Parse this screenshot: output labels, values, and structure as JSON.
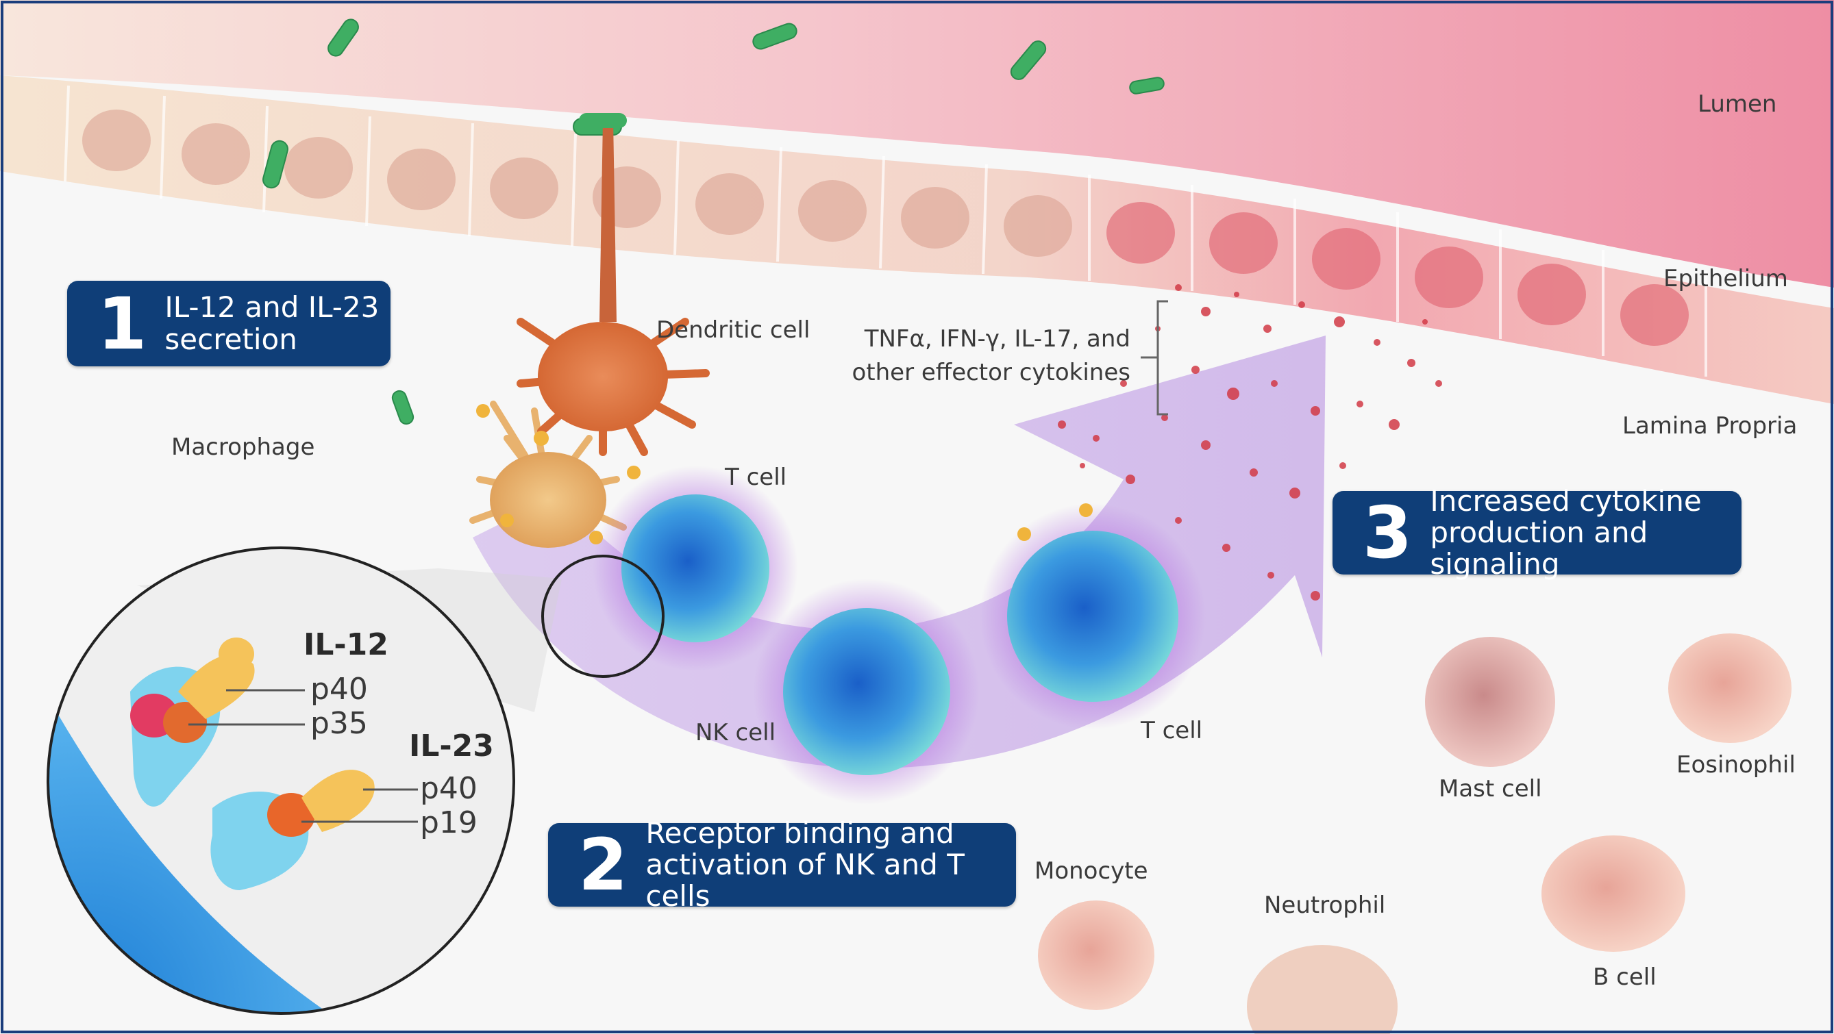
{
  "labels": {
    "lumen": "Lumen",
    "epithelium": "Epithelium",
    "lamina_propria": "Lamina Propria",
    "dendritic_cell": "Dendritic cell",
    "macrophage": "Macrophage",
    "t_cell_top": "T cell",
    "t_cell_right": "T cell",
    "nk_cell": "NK cell",
    "cytokines_line1": "TNFα, IFN-γ, IL-17, and",
    "cytokines_line2": "other effector cytokines",
    "mast_cell": "Mast cell",
    "eosinophil": "Eosinophil",
    "monocyte": "Monocyte",
    "neutrophil": "Neutrophil",
    "b_cell": "B cell"
  },
  "steps": [
    {
      "number": "1",
      "text": "IL-12 and IL-23\nsecretion"
    },
    {
      "number": "2",
      "text": "Receptor binding and\nactivation of NK and T cells"
    },
    {
      "number": "3",
      "text": "Increased cytokine\nproduction and signaling"
    }
  ],
  "inset": {
    "il12": {
      "title": "IL-12",
      "subunit_a": "p40",
      "subunit_b": "p35"
    },
    "il23": {
      "title": "IL-23",
      "subunit_a": "p40",
      "subunit_b": "p19"
    }
  },
  "colors": {
    "step_box": "#0f3e78",
    "border": "#1a3d7c",
    "arrow": "#c9a8e6",
    "t_cell": "#3aa3dc",
    "cytokine_dot": "#d23a46",
    "bacteria": "#3fae63"
  }
}
